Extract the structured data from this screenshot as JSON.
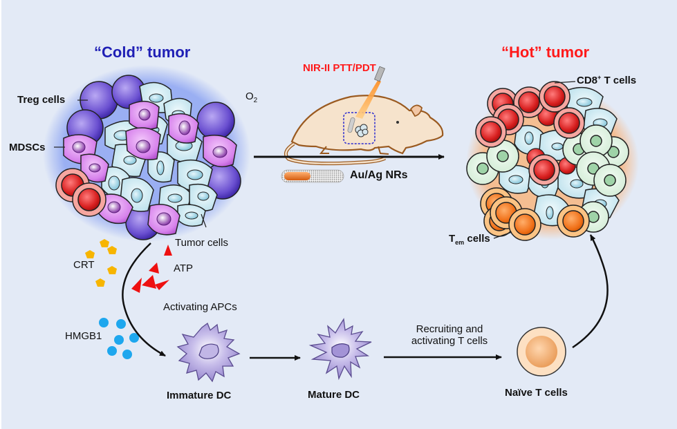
{
  "titles": {
    "cold_tumor": "“Cold” tumor",
    "hot_tumor": "“Hot” tumor",
    "treatment": "NIR-II PTT/PDT"
  },
  "colors": {
    "background": "#e3eaf6",
    "cold_title": "#1f1fb5",
    "hot_title": "#ff1a1a",
    "treatment_title": "#ff1a1a",
    "treg": "#6a4fd0",
    "mdsc": "#d783ec",
    "tumor_cell": "#cfe9f2",
    "cd8": "#d82020",
    "tem": "#f07018",
    "naive_cell": "#f2b57c",
    "mouse": "#f6e3cc",
    "crt": "#f7b500",
    "atp": "#ee1010",
    "hmgb1": "#1ea7ee",
    "dc": "#a89ad8"
  },
  "cold_labels": {
    "treg": "Treg cells",
    "mdsc": "MDSCs",
    "tumor_cells": "Tumor cells"
  },
  "mouse_panel": {
    "oxygen": "O",
    "oxygen_sub": "2",
    "nanorod_label": "Au/Ag  NRs"
  },
  "hot_labels": {
    "cd8_main": "CD8",
    "cd8_sup": "+",
    "cd8_rest": " T cells",
    "tem_main": "T",
    "tem_sub": "em",
    "tem_rest": " cells"
  },
  "dam_signals": {
    "crt": "CRT",
    "atp": "ATP",
    "hmgb1": "HMGB1"
  },
  "pathway": {
    "activating": "Activating APCs",
    "immature_dc": "Immature DC",
    "mature_dc": "Mature DC",
    "recruit_line1": "Recruiting and",
    "recruit_line2": "activating T cells",
    "naive_t": "Naïve T cells"
  }
}
